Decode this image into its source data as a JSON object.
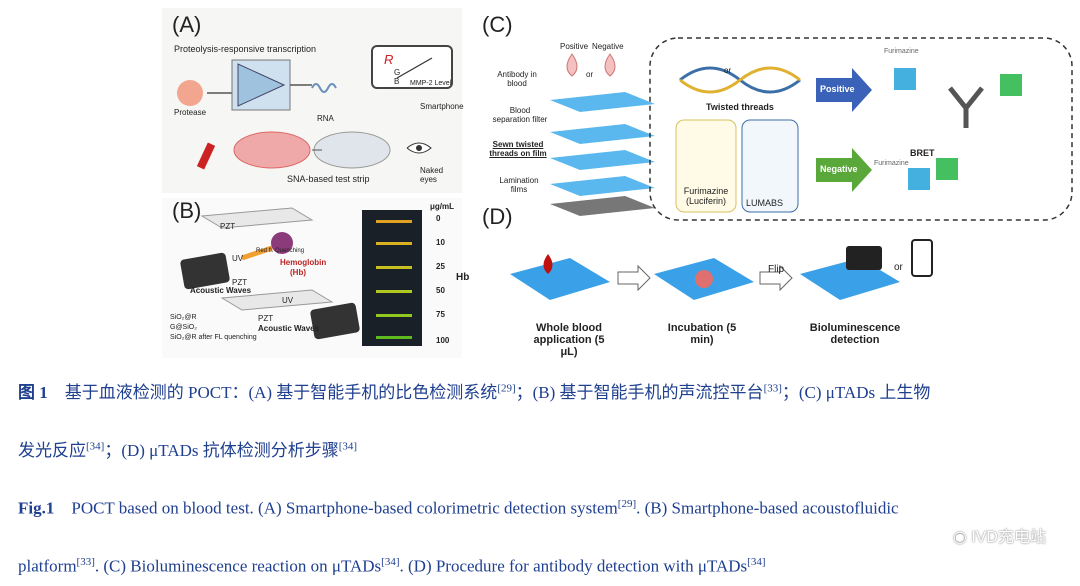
{
  "panelA": {
    "label": "(A)",
    "title": "Proteolysis-responsive transcription",
    "protease": "Protease",
    "rna": "RNA",
    "smartphone": "Smartphone",
    "strip": "SNA-based test strip",
    "naked_eyes": "Naked eyes",
    "phone_r": "R",
    "phone_g": "G",
    "phone_b": "B",
    "phone_axis": "MMP-2 Level"
  },
  "panelB": {
    "label": "(B)",
    "pzt": "PZT",
    "uv": "UV",
    "acoustic": "Acoustic Waves",
    "quench": "Red fl. Quenching",
    "hemoglobin": "Hemoglobin",
    "hb_abbr": "(Hb)",
    "legend": [
      "SiO₂@R",
      "G@SiO₂",
      "SiO₂@R after FL quenching"
    ],
    "unit": "μg/mL",
    "axis_title": "Hb",
    "ticks": [
      "0",
      "10",
      "25",
      "50",
      "75",
      "100"
    ]
  },
  "panelC": {
    "label": "(C)",
    "positive": "Positive",
    "negative": "Negative",
    "or": "or",
    "antibody": "Antibody in blood",
    "filter": "Blood separation filter",
    "sewn": "Sewn twisted threads on film",
    "lamination": "Lamination films",
    "twisted": "Twisted threads",
    "furimazine": "Furimazine (Luciferin)",
    "lumabs": "LUMABS",
    "arrow_pos": "Positive",
    "arrow_neg": "Negative",
    "furimazine_tag": "Furimazine",
    "bret": "BRET"
  },
  "panelD": {
    "label": "(D)",
    "flip": "Flip",
    "or": "or",
    "step1": "Whole blood application (5 μL)",
    "step2": "Incubation (5 min)",
    "step3": "Bioluminescence detection"
  },
  "caption": {
    "zh_fig": "图 1",
    "zh_line1": "基于血液检测的 POCT：(A) 基于智能手机的比色检测系统",
    "zh_ref1": "[29]",
    "zh_mid1": "；(B) 基于智能手机的声流控平台",
    "zh_ref2": "[33]",
    "zh_mid2": "；(C) μTADs 上生物",
    "zh_line2a": "发光反应",
    "zh_ref3": "[34]",
    "zh_line2b": "；(D) μTADs 抗体检测分析步骤",
    "zh_ref4": "[34]",
    "en_fig": "Fig.1",
    "en_line1": "POCT based on blood test. (A) Smartphone-based colorimetric detection system",
    "en_ref1": "[29]",
    "en_mid1": ". (B) Smartphone-based acoustofluidic",
    "en_line2a": "platform",
    "en_ref2": "[33]",
    "en_line2b": ". (C) Bioluminescence reaction on μTADs",
    "en_ref3": "[34]",
    "en_line2c": ". (D) Procedure for antibody detection with μTADs",
    "en_ref4": "[34]"
  },
  "watermark": "IVD充电站"
}
